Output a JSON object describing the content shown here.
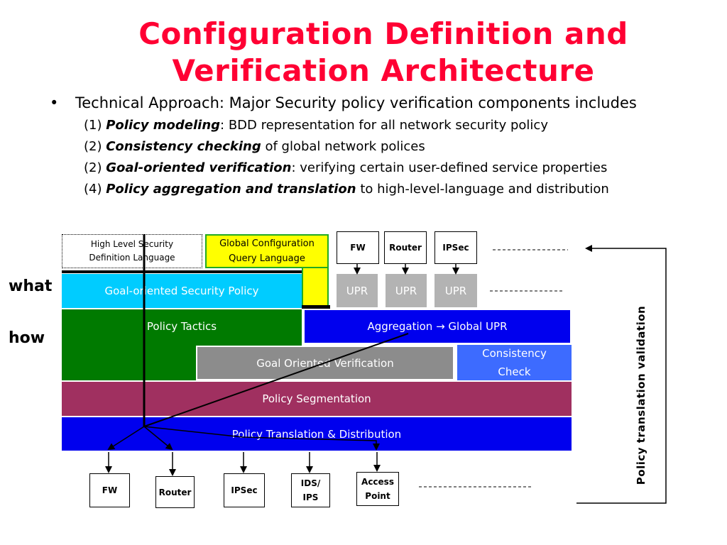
{
  "title": {
    "line1": "Configuration Definition and",
    "line2": "Verification Architecture"
  },
  "bullet": {
    "marker": "•",
    "text": "Technical Approach: Major Security policy verification components includes"
  },
  "items": [
    {
      "num": "(1) ",
      "bold": "Policy modeling",
      "rest": ": BDD representation  for all network security policy"
    },
    {
      "num": "(2)  ",
      "bold": "Consistency checking",
      "rest": " of global network polices"
    },
    {
      "num": "(2) ",
      "bold": "Goal-oriented verification",
      "rest": ": verifying certain user-defined service properties"
    },
    {
      "num": "(4) ",
      "bold": "Policy aggregation and translation",
      "rest": " to high-level-language and distribution"
    }
  ],
  "side_labels": {
    "what": "what",
    "how": "how"
  },
  "diagram": {
    "hl_language": {
      "line1": "High Level Security",
      "line2": "Definition Language"
    },
    "gc_query": {
      "line1": "Global Configuration",
      "line2": "Query Language"
    },
    "top_devices": [
      "FW",
      "Router",
      "IPSec"
    ],
    "upr_label": "UPR",
    "goal_policy": "Goal-oriented Security Policy",
    "policy_tactics": "Policy Tactics",
    "aggregation": "Aggregation → Global UPR",
    "goal_verification": "Goal Oriented Verification",
    "consistency": {
      "line1": "Consistency",
      "line2": "Check"
    },
    "segmentation": "Policy Segmentation",
    "translation": "Policy Translation & Distribution",
    "bottom_devices": [
      {
        "line1": "FW",
        "line2": ""
      },
      {
        "line1": "Router",
        "line2": ""
      },
      {
        "line1": "IPSec",
        "line2": ""
      },
      {
        "line1": "IDS/",
        "line2": "IPS"
      },
      {
        "line1": "Access",
        "line2": "Point"
      }
    ],
    "validation_label": "Policy translation validation"
  },
  "colors": {
    "title": "#ff0033",
    "cyan": "#00ccff",
    "green": "#007a00",
    "blue": "#0000ee",
    "gray": "#8c8c8c",
    "lightblue": "#3d6bff",
    "maroon": "#a03060",
    "yellow": "#ffff00"
  }
}
